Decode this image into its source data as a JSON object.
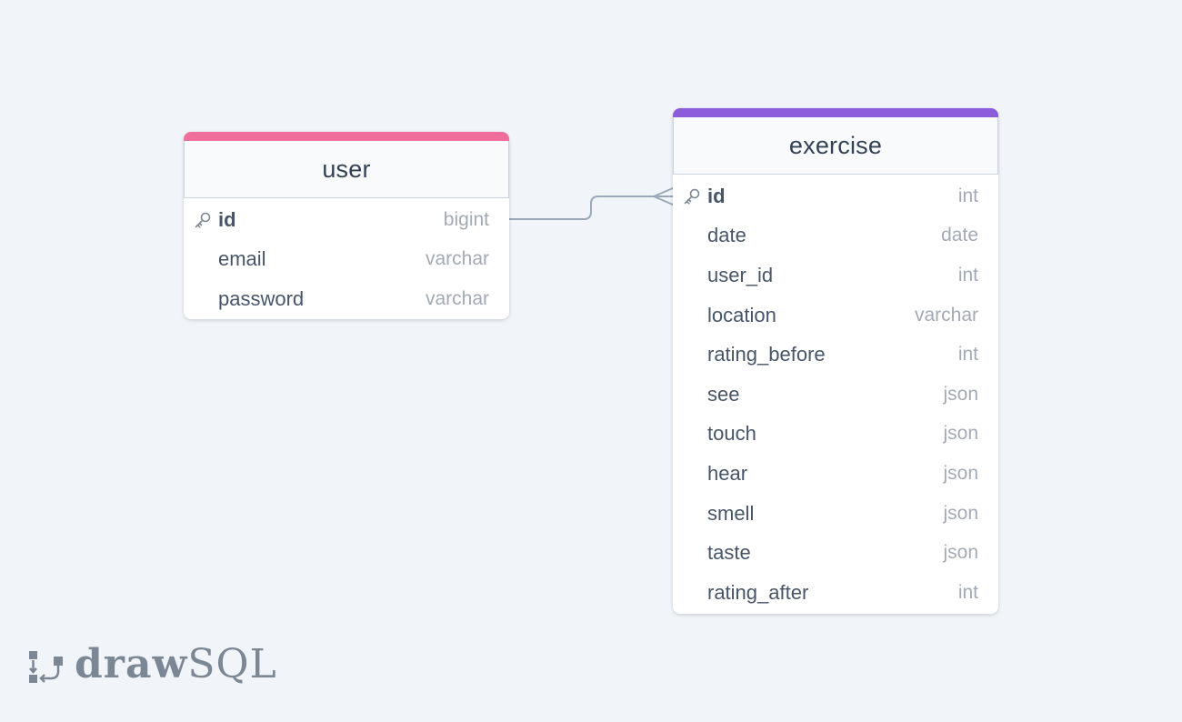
{
  "colors": {
    "background": "#f1f5f9",
    "user_accent": "#f06e9a",
    "exercise_accent": "#8b5cdc",
    "line": "#9aa8ba"
  },
  "tables": {
    "user": {
      "name": "user",
      "columns": [
        {
          "name": "id",
          "type": "bigint",
          "primary_key": true
        },
        {
          "name": "email",
          "type": "varchar",
          "primary_key": false
        },
        {
          "name": "password",
          "type": "varchar",
          "primary_key": false
        }
      ]
    },
    "exercise": {
      "name": "exercise",
      "columns": [
        {
          "name": "id",
          "type": "int",
          "primary_key": true
        },
        {
          "name": "date",
          "type": "date",
          "primary_key": false
        },
        {
          "name": "user_id",
          "type": "int",
          "primary_key": false
        },
        {
          "name": "location",
          "type": "varchar",
          "primary_key": false
        },
        {
          "name": "rating_before",
          "type": "int",
          "primary_key": false
        },
        {
          "name": "see",
          "type": "json",
          "primary_key": false
        },
        {
          "name": "touch",
          "type": "json",
          "primary_key": false
        },
        {
          "name": "hear",
          "type": "json",
          "primary_key": false
        },
        {
          "name": "smell",
          "type": "json",
          "primary_key": false
        },
        {
          "name": "taste",
          "type": "json",
          "primary_key": false
        },
        {
          "name": "rating_after",
          "type": "int",
          "primary_key": false
        }
      ]
    }
  },
  "relationships": [
    {
      "from": "user.id",
      "to": "exercise.id",
      "cardinality": "one-to-many"
    }
  ],
  "logo": {
    "text_bold": "draw",
    "text_light": "SQL",
    "icon": "drawsql-logo-icon"
  }
}
